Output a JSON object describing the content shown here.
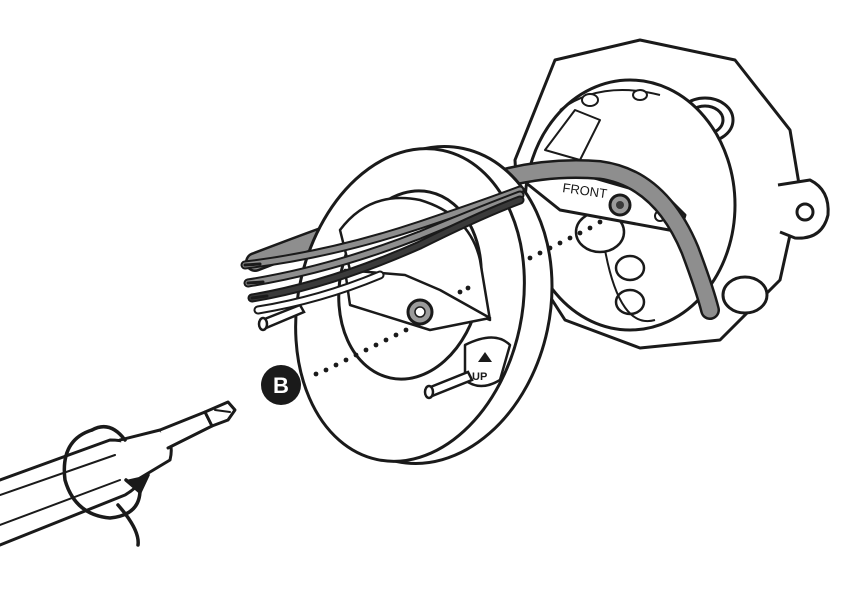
{
  "callout": {
    "letter": "B",
    "fill": "#1a1a1a",
    "text_color": "#ffffff"
  },
  "bracket": {
    "label": "FRONT"
  },
  "mounting_ring": {
    "up_label": "UP"
  },
  "icons": {
    "driver": "screwdriver-icon",
    "rotation": "rotation-arrow-icon"
  },
  "colors": {
    "outline": "#1a1a1a",
    "wire_gray": "#8e8e8e",
    "wire_dark": "#3a3a3a",
    "screw_gray": "#9b9b9b",
    "ring_fill": "#ffffff"
  }
}
